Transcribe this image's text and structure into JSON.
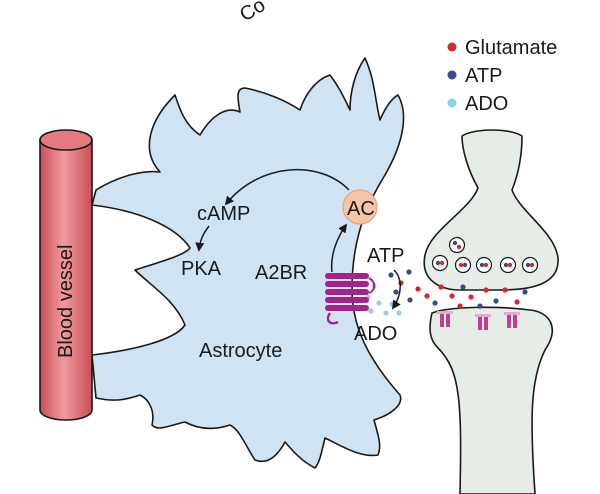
{
  "diagram": {
    "top_partial_label": "Co",
    "legend": [
      {
        "label": "Glutamate",
        "color": "#d7262e"
      },
      {
        "label": "ATP",
        "color": "#3b4a8f"
      },
      {
        "label": "ADO",
        "color": "#8fd0ef"
      }
    ],
    "labels": {
      "blood_vessel": "Blood vessel",
      "camp": "cAMP",
      "pka": "PKA",
      "a2br": "A2BR",
      "ac": "AC",
      "atp": "ATP",
      "ado": "ADO",
      "astrocyte": "Astrocyte"
    },
    "colors": {
      "astrocyte_fill": "#cfe3f3",
      "neuron_fill": "#e5ede6",
      "vessel_fill": "#e47a80",
      "receptor": "#a4228a",
      "ac_fill": "#f6c4a6",
      "channel": "#c0408f"
    },
    "icons": [
      "arrow-icon",
      "receptor-icon",
      "vesicle-icon"
    ]
  }
}
